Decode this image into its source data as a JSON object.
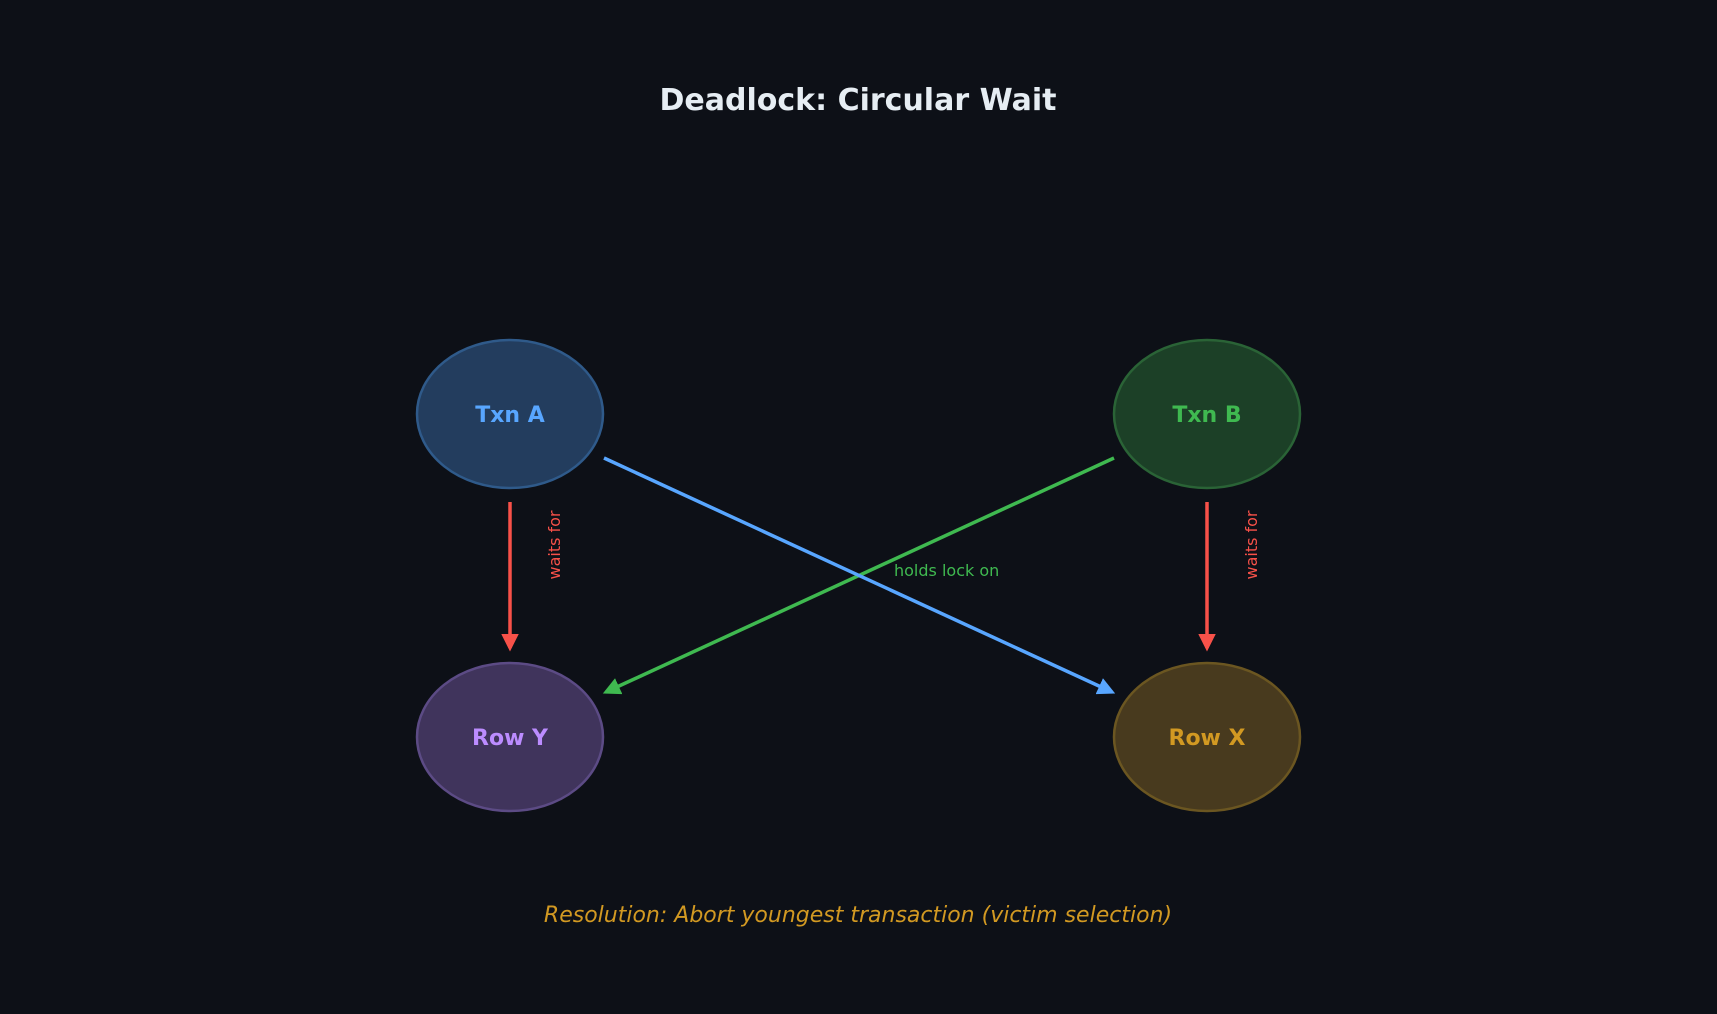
{
  "title": "Deadlock: Circular Wait",
  "nodes": {
    "txn_a": {
      "label": "Txn A",
      "fill": "#233d5e",
      "stroke": "#2f5a8a",
      "text_color": "#58a6ff"
    },
    "txn_b": {
      "label": "Txn B",
      "fill": "#1c4027",
      "stroke": "#2a6336",
      "text_color": "#3fb950"
    },
    "row_y": {
      "label": "Row Y",
      "fill": "#40345c",
      "stroke": "#5c4b85",
      "text_color": "#bc8cff"
    },
    "row_x": {
      "label": "Row X",
      "fill": "#483a1e",
      "stroke": "#6b5621",
      "text_color": "#d29922"
    }
  },
  "edges": {
    "a_waits": {
      "label": "waits for",
      "color": "#f85149"
    },
    "b_waits": {
      "label": "waits for",
      "color": "#f85149"
    },
    "a_to_row_x": {
      "label": "",
      "color": "#58a6ff"
    },
    "b_to_row_y": {
      "label": "holds lock on",
      "color": "#3fb950"
    }
  },
  "caption": "Resolution: Abort youngest transaction (victim selection)",
  "colors": {
    "background": "#0d1017",
    "title": "#e6edf3",
    "caption": "#d29922"
  }
}
